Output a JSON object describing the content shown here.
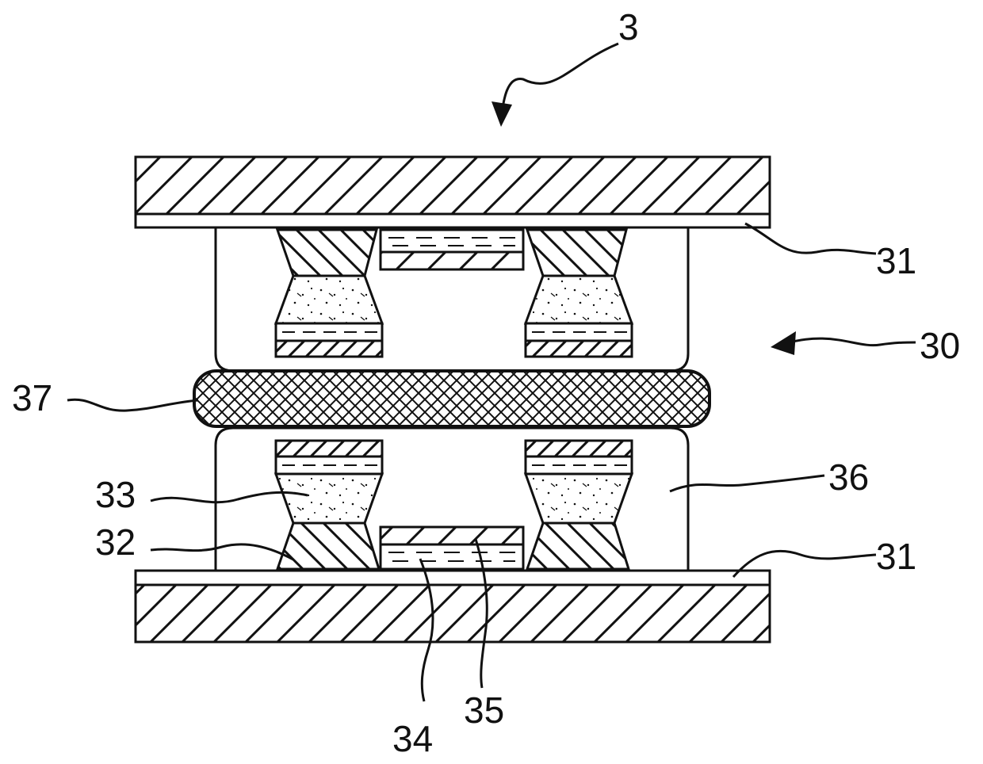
{
  "figure": {
    "colors": {
      "ink": "#111111",
      "paper": "#ffffff"
    },
    "labels": {
      "device": "3",
      "film_top": "31",
      "film_bottom": "31",
      "package": "30",
      "adhesive_layer": "37",
      "solder": "33",
      "bump": "32",
      "molding": "36",
      "chip_a": "34",
      "chip_b": "35"
    }
  }
}
